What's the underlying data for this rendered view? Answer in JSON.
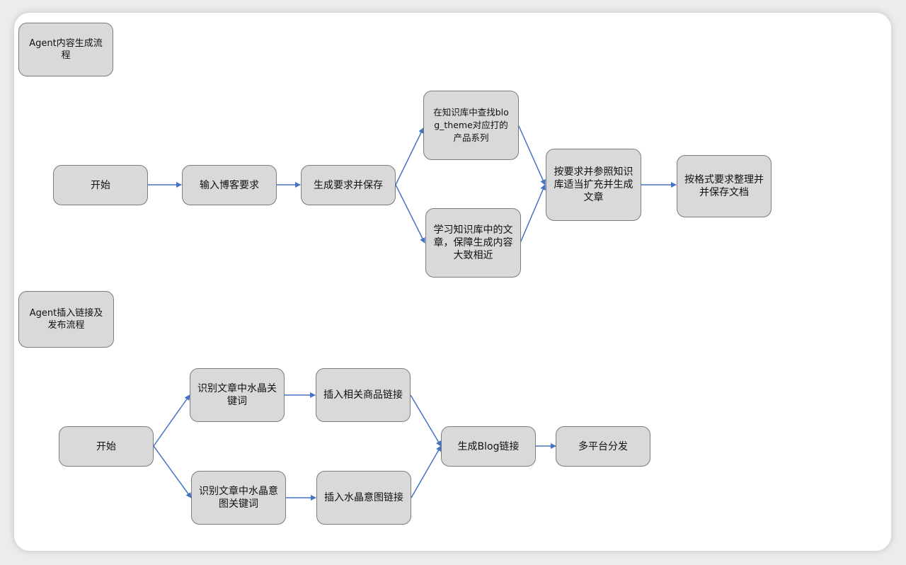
{
  "flow1": {
    "title": "Agent内容生成流程",
    "start": "开始",
    "input": "输入博客要求",
    "generate": "生成要求并保存",
    "kb_search": "在知识库中查找blog_theme对应打的产品系列",
    "kb_learn": "学习知识库中的文章，保障生成内容大致相近",
    "expand": "按要求并参照知识库适当扩充并生成文章",
    "format_save": "按格式要求整理并并保存文档"
  },
  "flow2": {
    "title": "Agent插入链接及发布流程",
    "start": "开始",
    "identify_crystal": "识别文章中水晶关键词",
    "identify_meaning": "识别文章中水晶意图关键词",
    "insert_product": "插入相关商品链接",
    "insert_meaning": "插入水晶意图链接",
    "blog_link": "生成Blog链接",
    "distribute": "多平台分发"
  },
  "colors": {
    "edge": "#4472c4",
    "node_fill": "#d9d9d9",
    "node_border": "#7b7b7b"
  }
}
